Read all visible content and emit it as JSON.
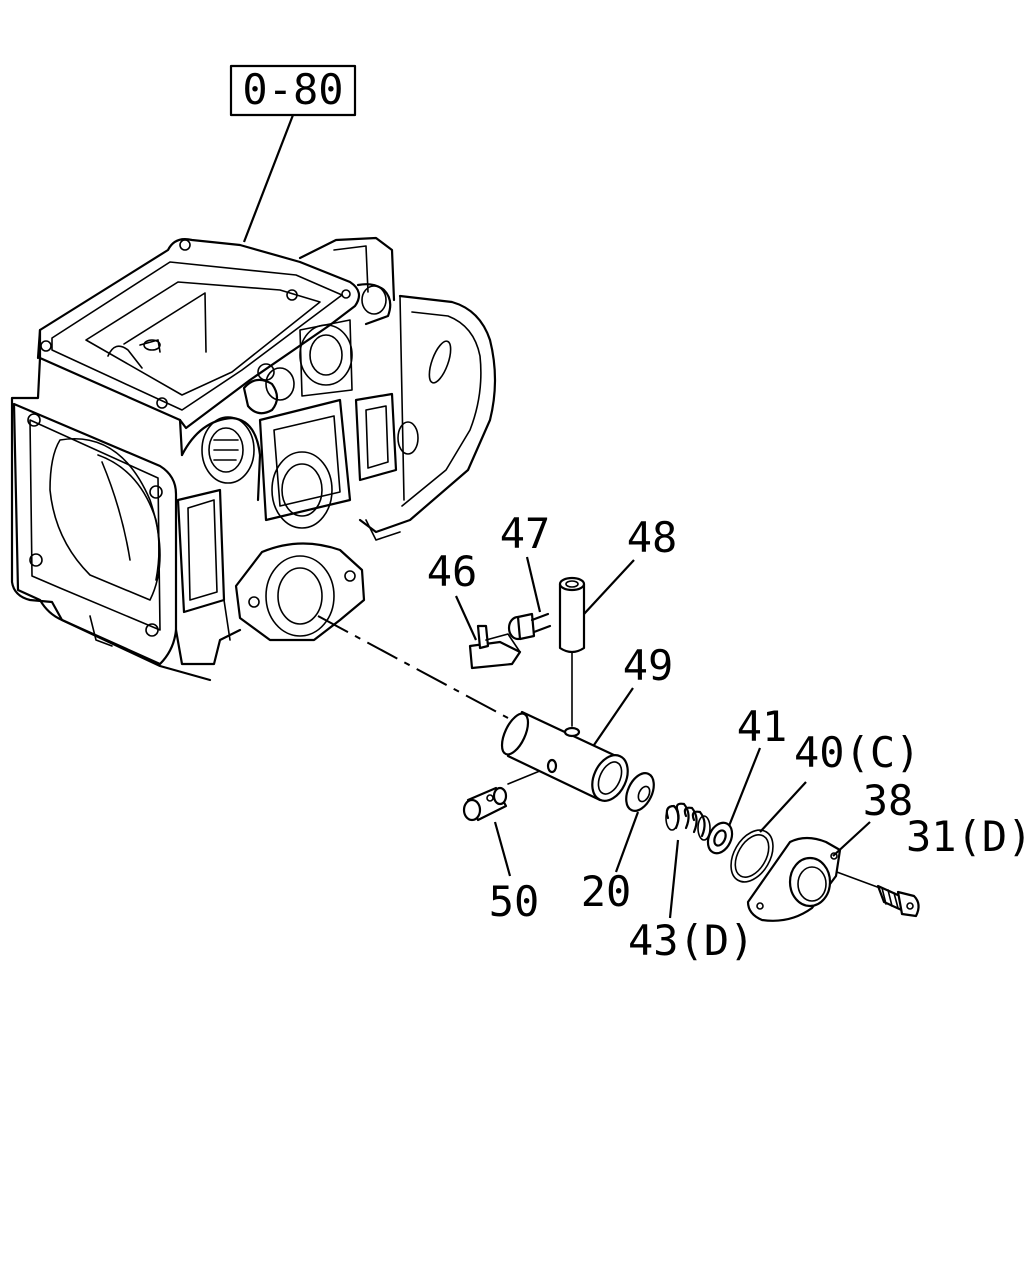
{
  "diagram": {
    "reference_box": "0-80",
    "callouts": {
      "c46": "46",
      "c47": "47",
      "c48": "48",
      "c49": "49",
      "c41": "41",
      "c40": "40(C)",
      "c38": "38",
      "c31": "31(D)",
      "c50": "50",
      "c20": "20",
      "c43": "43(D)"
    }
  }
}
